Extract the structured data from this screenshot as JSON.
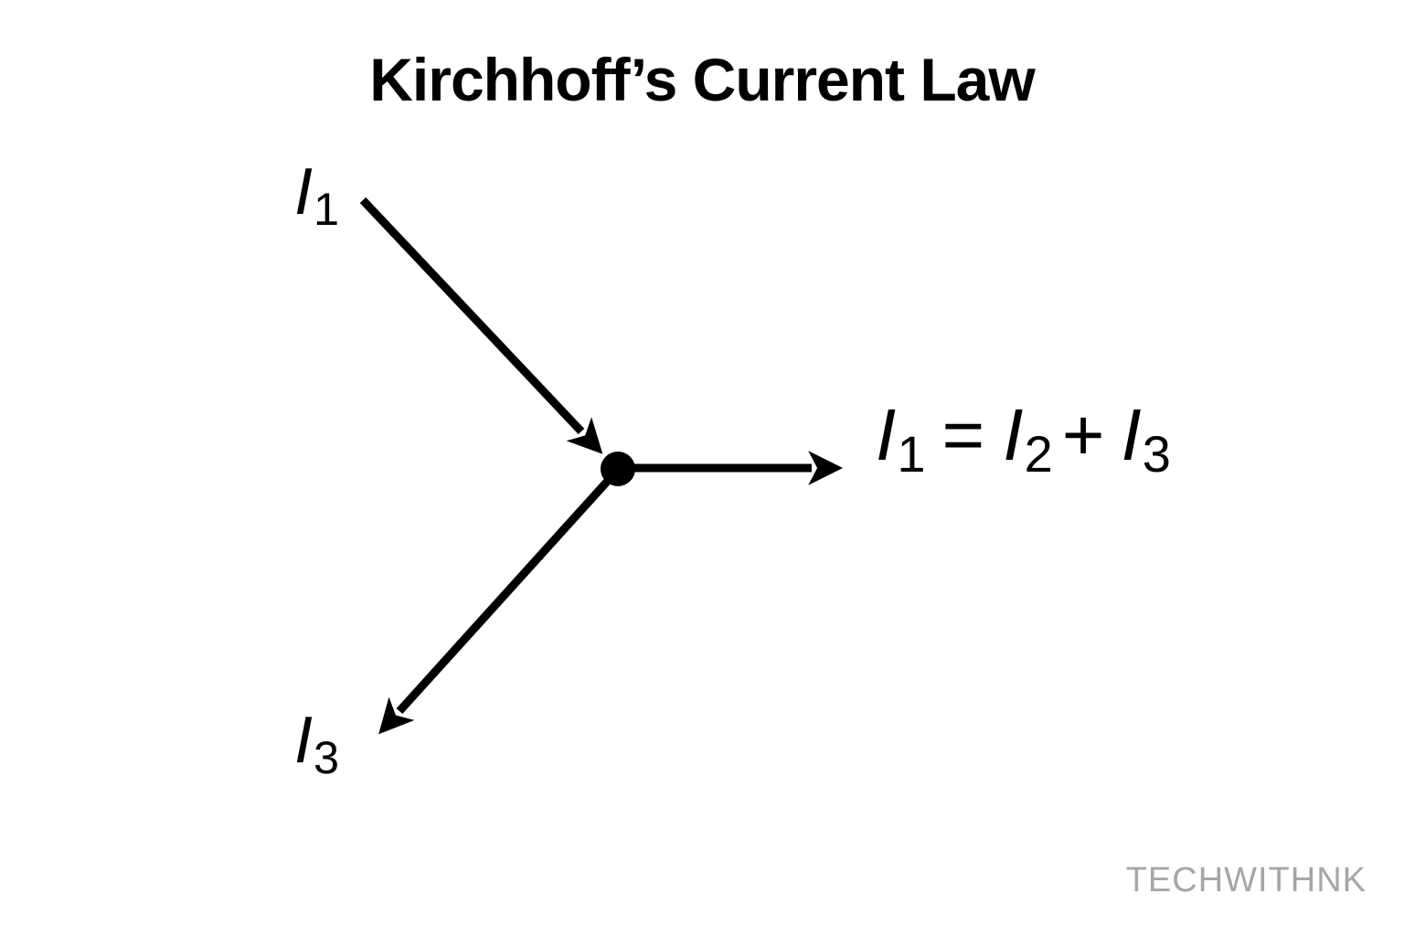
{
  "title": "Kirchhoff’s Current Law",
  "watermark": "TECHWITHNK",
  "colors": {
    "diagram": "#000000",
    "text": "#000000",
    "watermark": "#a6a6a6",
    "background": "#ffffff"
  },
  "diagram": {
    "labels": {
      "i1": {
        "base": "I",
        "sub": "1"
      },
      "i3": {
        "base": "I",
        "sub": "3"
      }
    },
    "equation": {
      "lhs_base": "I",
      "lhs_sub": "1",
      "equals": "=",
      "rhs1_base": "I",
      "rhs1_sub": "2",
      "plus": "+",
      "rhs2_base": "I",
      "rhs2_sub": "3"
    }
  }
}
